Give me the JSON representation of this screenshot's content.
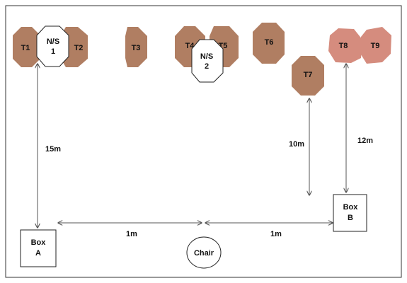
{
  "colors": {
    "target_fill": "#b07e62",
    "target_fill_light": "#c98f72",
    "target_fill_pink": "#d58c7e",
    "stroke": "#222222",
    "arrow": "#555555",
    "white": "#ffffff"
  },
  "targets": [
    {
      "id": "t1",
      "label": "T1"
    },
    {
      "id": "t2",
      "label": "T2"
    },
    {
      "id": "t3",
      "label": "T3"
    },
    {
      "id": "t4",
      "label": "T4"
    },
    {
      "id": "t5",
      "label": "T5"
    },
    {
      "id": "t6",
      "label": "T6"
    },
    {
      "id": "t7",
      "label": "T7"
    },
    {
      "id": "t8",
      "label": "T8"
    },
    {
      "id": "t9",
      "label": "T9"
    }
  ],
  "non_scoring": [
    {
      "id": "ns1",
      "line1": "N/S",
      "line2": "1"
    },
    {
      "id": "ns2",
      "line1": "N/S",
      "line2": "2"
    }
  ],
  "boxes": {
    "box_a": {
      "line1": "Box",
      "line2": "A"
    },
    "box_b": {
      "line1": "Box",
      "line2": "B"
    }
  },
  "chair": {
    "label": "Chair"
  },
  "distances": {
    "box_a_to_t1": "15m",
    "box_b_to_t7": "10m",
    "box_b_to_t8": "12m",
    "box_a_to_chair": "1m",
    "chair_to_box_b": "1m"
  }
}
